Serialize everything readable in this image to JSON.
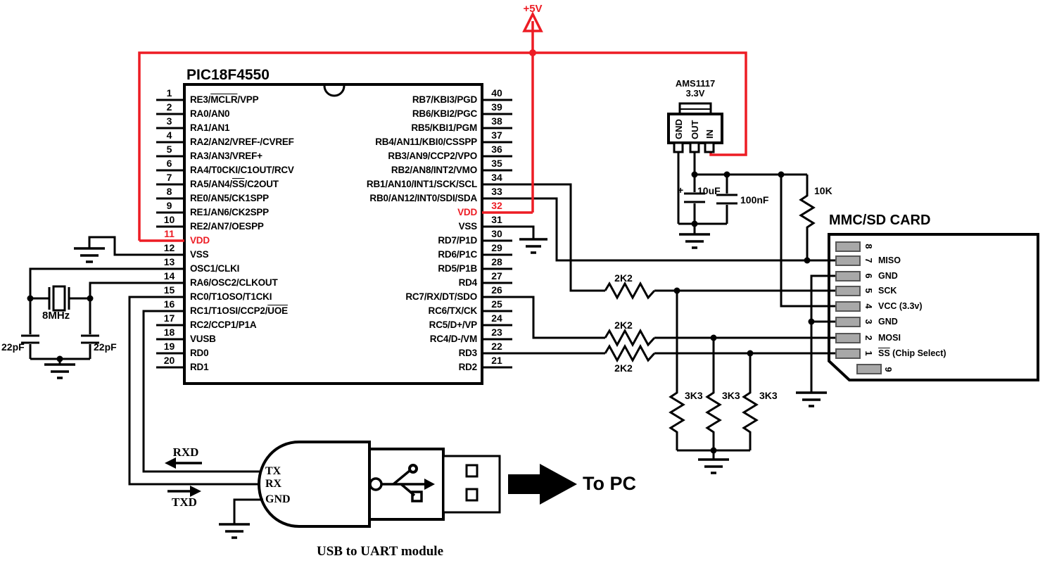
{
  "colors": {
    "power_wire": "#ED1C24",
    "pad_fill": "#A8A8A8",
    "wire": "#000000"
  },
  "power": {
    "supply_label": "+5V"
  },
  "regulator": {
    "name": "AMS1117",
    "voltage": "3.3V",
    "pins": [
      "GND",
      "OUT",
      "IN"
    ]
  },
  "capacitors": {
    "c1": "10uF",
    "c1_polarity": "+",
    "c2": "100nF",
    "xtal_caps": [
      "22pF",
      "22pF"
    ]
  },
  "crystal": {
    "freq": "8MHz"
  },
  "resistors": {
    "pullup_miso": "10K",
    "series": [
      "2K2",
      "2K2",
      "2K2"
    ],
    "pulldown": [
      "3K3",
      "3K3",
      "3K3"
    ]
  },
  "ic": {
    "title": "PIC18F4550",
    "left_pins": [
      {
        "num": "1",
        "label": "RE3/MCLR/VPP",
        "ol": "MCLR"
      },
      {
        "num": "2",
        "label": "RA0/AN0"
      },
      {
        "num": "3",
        "label": "RA1/AN1"
      },
      {
        "num": "4",
        "label": "RA2/AN2/VREF-/CVREF"
      },
      {
        "num": "5",
        "label": "RA3/AN3/VREF+"
      },
      {
        "num": "6",
        "label": "RA4/T0CKI/C1OUT/RCV"
      },
      {
        "num": "7",
        "label": "RA5/AN4/SS/C2OUT",
        "ol": "SS"
      },
      {
        "num": "8",
        "label": "RE0/AN5/CK1SPP"
      },
      {
        "num": "9",
        "label": "RE1/AN6/CK2SPP"
      },
      {
        "num": "10",
        "label": "RE2/AN7/OESPP"
      },
      {
        "num": "11",
        "label": "VDD",
        "red": true
      },
      {
        "num": "12",
        "label": "VSS"
      },
      {
        "num": "13",
        "label": "OSC1/CLKI"
      },
      {
        "num": "14",
        "label": "RA6/OSC2/CLKOUT"
      },
      {
        "num": "15",
        "label": "RC0/T1OSO/T1CKI"
      },
      {
        "num": "16",
        "label": "RC1/T1OSI/CCP2/UOE",
        "ol": "UOE"
      },
      {
        "num": "17",
        "label": "RC2/CCP1/P1A"
      },
      {
        "num": "18",
        "label": "VUSB"
      },
      {
        "num": "19",
        "label": "RD0"
      },
      {
        "num": "20",
        "label": "RD1"
      }
    ],
    "right_pins": [
      {
        "num": "40",
        "label": "RB7/KBI3/PGD"
      },
      {
        "num": "39",
        "label": "RB6/KBI2/PGC"
      },
      {
        "num": "38",
        "label": "RB5/KBI1/PGM"
      },
      {
        "num": "37",
        "label": "RB4/AN11/KBI0/CSSPP"
      },
      {
        "num": "36",
        "label": "RB3/AN9/CCP2/VPO"
      },
      {
        "num": "35",
        "label": "RB2/AN8/INT2/VMO"
      },
      {
        "num": "34",
        "label": "RB1/AN10/INT1/SCK/SCL"
      },
      {
        "num": "33",
        "label": "RB0/AN12/INT0/SDI/SDA"
      },
      {
        "num": "32",
        "label": "VDD",
        "red": true
      },
      {
        "num": "31",
        "label": "VSS"
      },
      {
        "num": "30",
        "label": "RD7/P1D"
      },
      {
        "num": "29",
        "label": "RD6/P1C"
      },
      {
        "num": "28",
        "label": "RD5/P1B"
      },
      {
        "num": "27",
        "label": "RD4"
      },
      {
        "num": "26",
        "label": "RC7/RX/DT/SDO"
      },
      {
        "num": "25",
        "label": "RC6/TX/CK"
      },
      {
        "num": "24",
        "label": "RC5/D+/VP"
      },
      {
        "num": "23",
        "label": "RC4/D-/VM"
      },
      {
        "num": "22",
        "label": "RD3"
      },
      {
        "num": "21",
        "label": "RD2"
      }
    ]
  },
  "sd_card": {
    "title": "MMC/SD CARD",
    "pins": [
      {
        "num": "8",
        "label": ""
      },
      {
        "num": "7",
        "label": "MISO"
      },
      {
        "num": "6",
        "label": "GND"
      },
      {
        "num": "5",
        "label": "SCK"
      },
      {
        "num": "4",
        "label": "VCC (3.3v)"
      },
      {
        "num": "3",
        "label": "GND"
      },
      {
        "num": "2",
        "label": "MOSI"
      },
      {
        "num": "1",
        "label": "SS (Chip Select)",
        "ol": "SS"
      }
    ],
    "bottom_pin": "9"
  },
  "usb_module": {
    "caption": "USB to UART module",
    "pins": [
      "TX",
      "RX",
      "GND"
    ],
    "signals": {
      "rxd": "RXD",
      "txd": "TXD"
    },
    "to_pc": "To PC"
  }
}
